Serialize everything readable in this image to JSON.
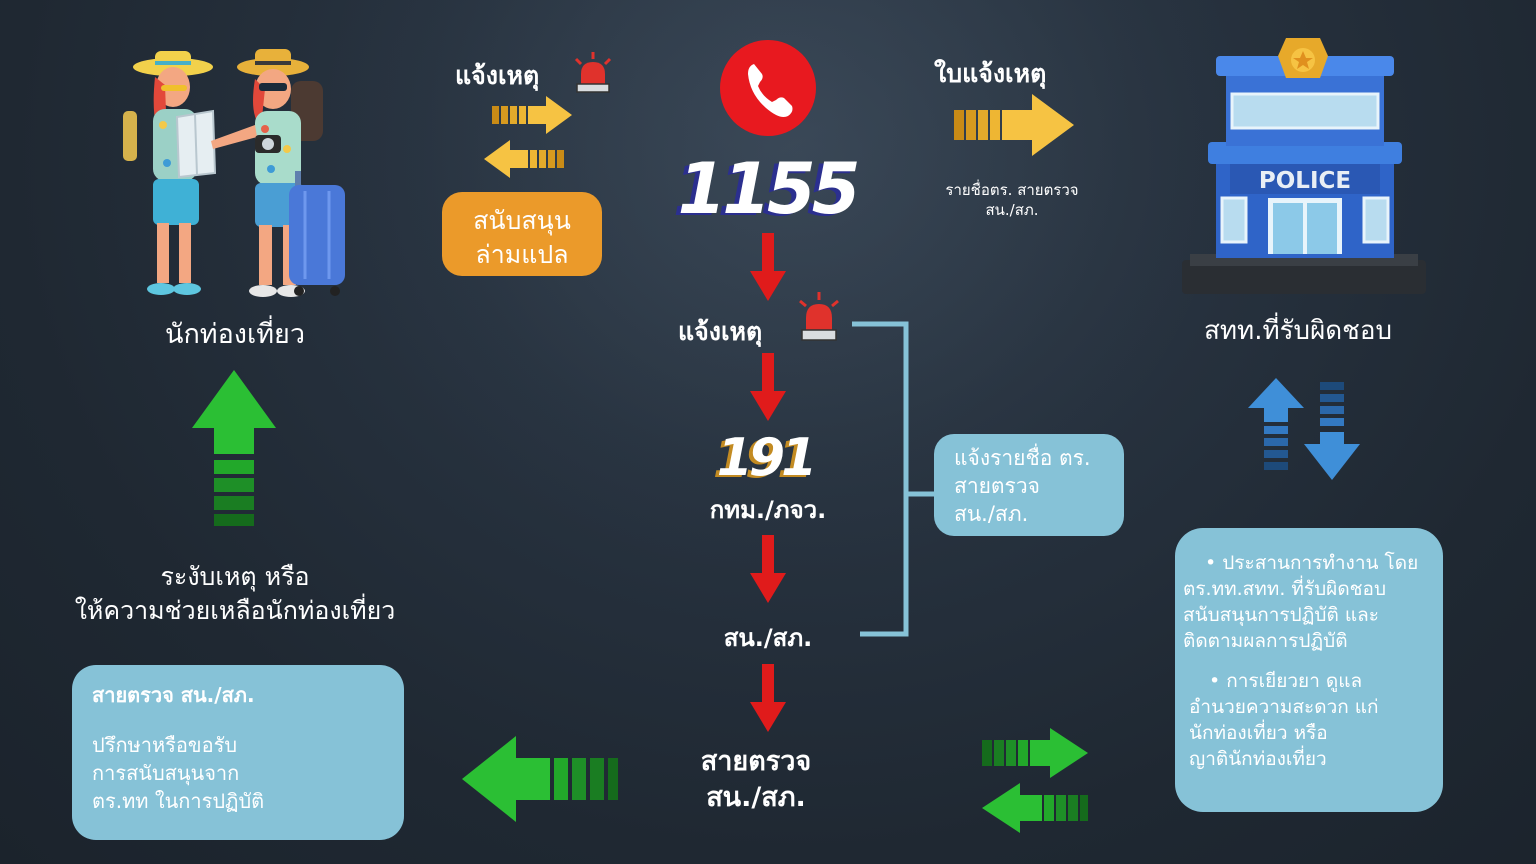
{
  "tourist": {
    "label": "นักท่องเที่ยว"
  },
  "report_top": {
    "label": "แจ้งเหตุ"
  },
  "translate": {
    "line1": "สนับสนุน",
    "line2": "ล่ามแปล"
  },
  "hotline": {
    "number": "1155"
  },
  "report_form": {
    "label": "ใบแจ้งเหตุ",
    "line1": "รายชื่อตร. สายตรวจ",
    "line2": "สน./สภ."
  },
  "station": {
    "sign": "POLICE",
    "label": "สทท.ที่รับผิดชอบ"
  },
  "flow": {
    "report": "แจ้งเหตุ",
    "emergency_number": "191",
    "region": "กทม./ภจว.",
    "station": "สน./สภ.",
    "patrol_line1": "สายตรวจ",
    "patrol_line2": "สน./สภ."
  },
  "notify_box": {
    "line1": "แจ้งรายชื่อ ตร.",
    "line2": "สายตรวจ",
    "line3": "สน./สภ."
  },
  "resolve": {
    "line1": "ระงับเหตุ หรือ",
    "line2": "ให้ความช่วยเหลือนักท่องเที่ยว"
  },
  "patrol_box": {
    "title": "สายตรวจ สน./สภ.",
    "line1": "ปรึกษาหรือขอรับ",
    "line2": "การสนับสนุนจาก",
    "line3": "ตร.ทท ในการปฏิบัติ"
  },
  "duties_box": {
    "b1_line1": "ประสานการทำงาน โดย",
    "b1_line2": "ตร.ทท.สทท. ที่รับผิดชอบ",
    "b1_line3": "สนับสนุนการปฏิบัติ และ",
    "b1_line4": "ติดตามผลการปฏิบัติ",
    "b2_line1": "การเยียวยา ดูแล",
    "b2_line2": "อำนวยความสะดวก แก่",
    "b2_line3": "นักท่องเที่ยว หรือ",
    "b2_line4": "ญาตินักท่องเที่ยว"
  },
  "colors": {
    "background": "#222b35",
    "red_arrow": "#e01b1b",
    "green_arrow": "#22a82a",
    "yellow_arrow": "#f6c343",
    "blue_arrow": "#3f8fd8",
    "info_box": "#86c2d7",
    "orange_box": "#eb9a2a",
    "phone_red": "#e8191f"
  }
}
